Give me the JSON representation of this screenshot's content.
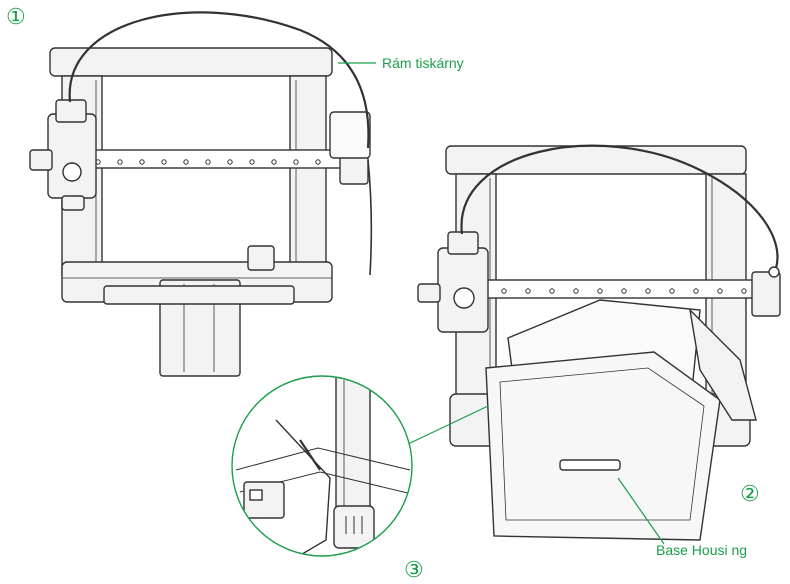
{
  "steps": {
    "one": "①",
    "two": "②",
    "three": "③"
  },
  "callouts": {
    "frame_label": "Rám tiskárny",
    "base_label": "Base Housi ng"
  },
  "colors": {
    "accent": "#1a9e4a",
    "line": "#333333",
    "fill": "#f3f3f3"
  }
}
